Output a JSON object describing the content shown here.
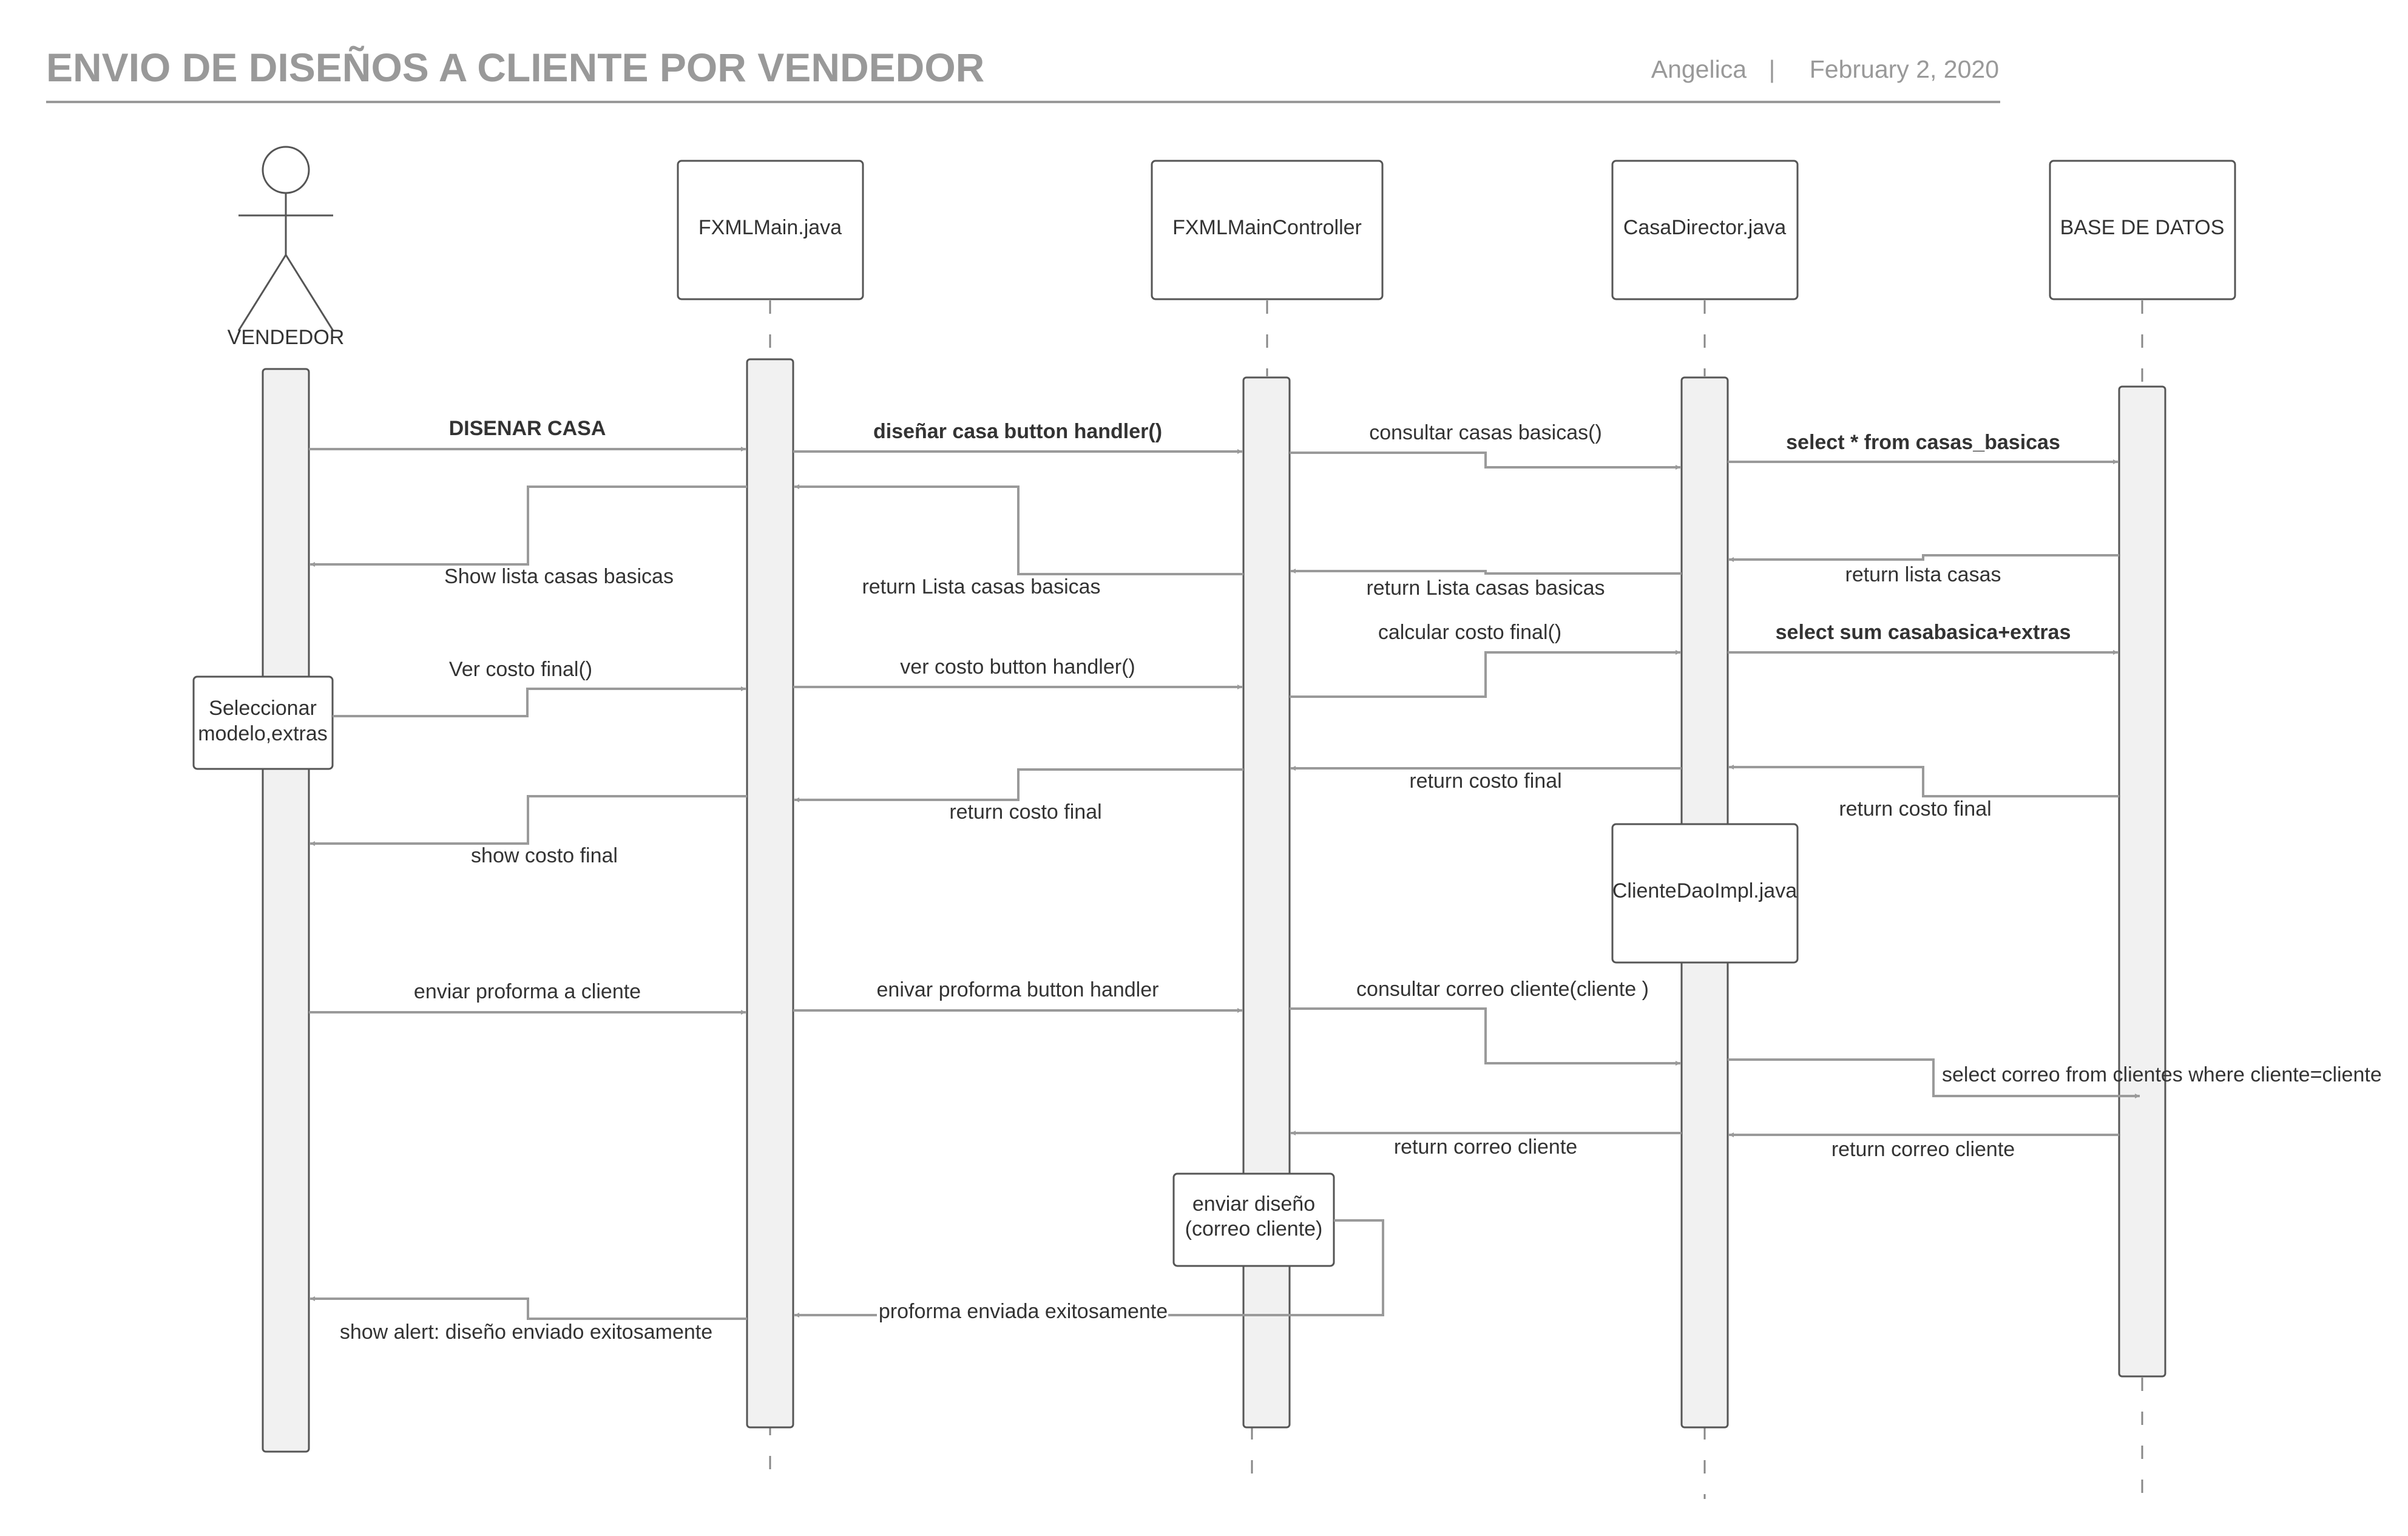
{
  "header": {
    "title": "ENVIO DE DISEÑOS A CLIENTE POR VENDEDOR",
    "author": "Angelica",
    "separator": "|",
    "date": "February 2, 2020"
  },
  "actor": {
    "label": "VENDEDOR"
  },
  "participants": [
    {
      "label": "FXMLMain.java"
    },
    {
      "label": "FXMLMainController"
    },
    {
      "label": "CasaDirector.java"
    },
    {
      "label": "BASE DE DATOS"
    }
  ],
  "notes": {
    "seleccionar_line1": "Seleccionar",
    "seleccionar_line2": "modelo,extras",
    "cliente_dao": "ClienteDaoImpl.java",
    "enviar_line1": "enviar diseño",
    "enviar_line2": "(correo cliente)"
  },
  "messages": [
    {
      "label": "DISENAR CASA"
    },
    {
      "label": "diseñar casa  button handler()"
    },
    {
      "label": "consultar casas basicas()"
    },
    {
      "label": "select  * from casas_basicas"
    },
    {
      "label": "return lista casas"
    },
    {
      "label": "return Lista casas basicas"
    },
    {
      "label": "return Lista casas basicas"
    },
    {
      "label": "Show lista casas basicas"
    },
    {
      "label": "Ver costo final()"
    },
    {
      "label": "ver costo button handler()"
    },
    {
      "label": "calcular costo final()"
    },
    {
      "label": "select sum casabasica+extras"
    },
    {
      "label": "return costo final"
    },
    {
      "label": "return costo final"
    },
    {
      "label": "return costo final"
    },
    {
      "label": "show costo final"
    },
    {
      "label": "enviar proforma a cliente"
    },
    {
      "label": "enivar proforma button handler"
    },
    {
      "label": "consultar correo cliente(cliente )"
    },
    {
      "label": "select  correo from clientes where cliente=cliente"
    },
    {
      "label": "return correo cliente"
    },
    {
      "label": "return correo cliente"
    },
    {
      "label": "proforma enviada exitosamente"
    },
    {
      "label": "show alert: diseño enviado exitosamente"
    }
  ]
}
